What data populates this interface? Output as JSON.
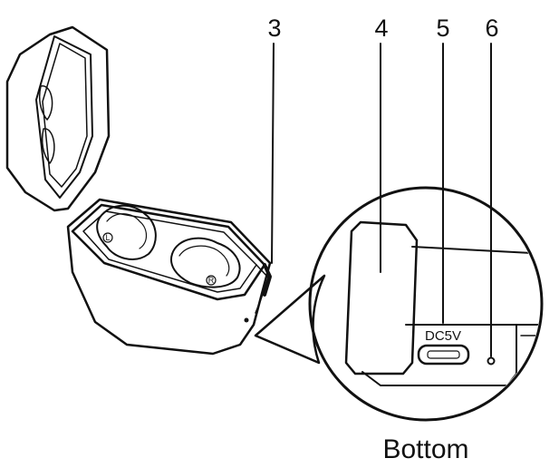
{
  "callouts": [
    {
      "number": "3"
    },
    {
      "number": "4"
    },
    {
      "number": "5"
    },
    {
      "number": "6"
    }
  ],
  "port_label": "DC5V",
  "caption": "Bottom",
  "earbud_marks": {
    "left": "L",
    "right": "R"
  },
  "colors": {
    "line": "#111111",
    "background": "#ffffff"
  }
}
